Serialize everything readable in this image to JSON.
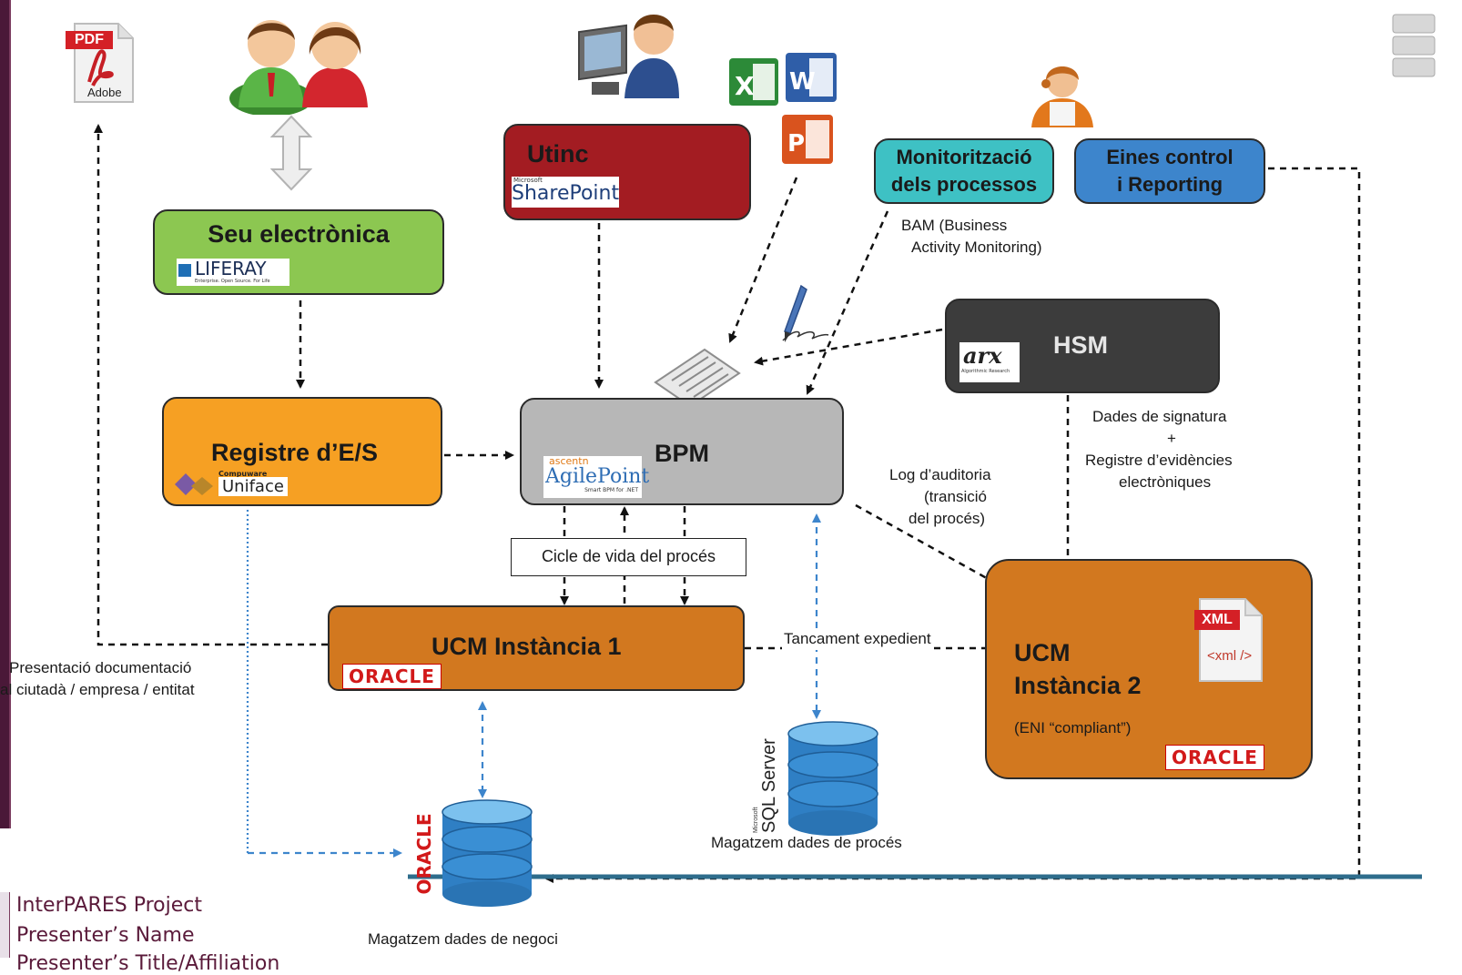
{
  "nodes": {
    "seu": {
      "title": "Seu electrònica",
      "logo": "LIFERAY",
      "logo_sub": "Enterprise. Open Source. For Life",
      "color": "#8cc751"
    },
    "registre": {
      "title": "Registre d’E/S",
      "logo_top": "Compuware",
      "logo": "Uniface",
      "color": "#f6a023"
    },
    "utinc": {
      "title": "Utinc",
      "logo_top": "Microsoft",
      "logo": "SharePoint",
      "color": "#a31c22"
    },
    "bpm": {
      "title": "BPM",
      "logo_top": "ascentn",
      "logo": "AgilePoint",
      "logo_sub": "Smart BPM for .NET",
      "color": "#b7b7b7"
    },
    "monitor": {
      "title_line1": "Monitorització",
      "title_line2": "dels processos",
      "color": "#3ec1c4"
    },
    "eines": {
      "title_line1": "Eines control",
      "title_line2": "i Reporting",
      "color": "#3d85cc"
    },
    "hsm": {
      "title": "HSM",
      "logo": "arx",
      "logo_sub": "Algorithmic Research",
      "color": "#3c3c3c"
    },
    "ucm1": {
      "title": "UCM Instància 1",
      "logo": "ORACLE",
      "color": "#d2781f"
    },
    "ucm2": {
      "title_line1": "UCM",
      "title_line2": "Instància 2",
      "note": "(ENI “compliant”)",
      "logo": "ORACLE",
      "xml_tag": "XML",
      "xml_code": "<xml />",
      "color": "#d2781f"
    },
    "cicle": {
      "title": "Cicle de vida del procés"
    }
  },
  "labels": {
    "bam_line1": "BAM (Business",
    "bam_line2": "Activity Monitoring)",
    "dades_line1": "Dades de signatura",
    "dades_line2": "+",
    "dades_line3": "Registre d’evidències",
    "dades_line4": "electròniques",
    "log_line1": "Log d’auditoria",
    "log_line2": "(transició",
    "log_line3": "del procés)",
    "tancament": "Tancament expedient",
    "presentacio_line1": "Presentació documentació",
    "presentacio_line2": "al ciutadà / empresa / entitat",
    "magatzem_proces": "Magatzem dades de procés",
    "magatzem_negoci": "Magatzem dades de negoci",
    "sql_top": "Microsoft",
    "sql": "SQL Server",
    "oracle_db": "ORACLE",
    "pdf": "PDF",
    "adobe": "Adobe"
  },
  "icons": {
    "pdf": "pdf-file-icon",
    "users": "users-icon",
    "arrow": "double-arrow-icon",
    "presenter": "presenter-icon",
    "office": "office-icon",
    "operator": "operator-icon",
    "server": "server-icon",
    "pen": "pen-icon",
    "document": "document-icon",
    "database": "database-icon"
  },
  "footer": {
    "line1": "InterPARES Project",
    "line2": "Presenter’s Name",
    "line3": "Presenter’s Title/Affiliation"
  }
}
